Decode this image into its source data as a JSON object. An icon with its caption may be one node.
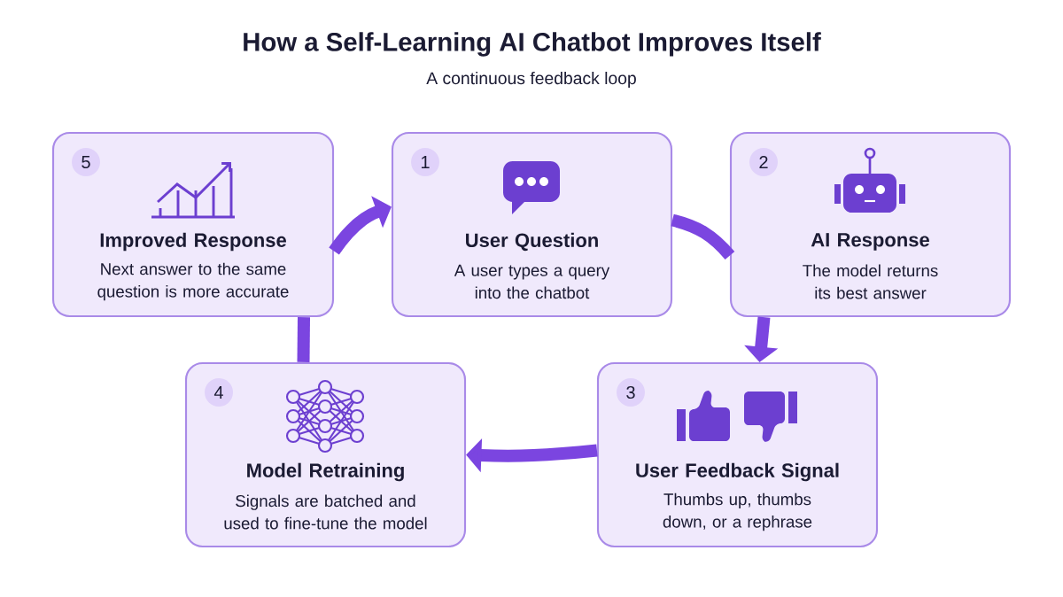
{
  "diagram": {
    "title": "How a Self-Learning AI Chatbot Improves Itself",
    "caption": "A continuous feedback loop",
    "nodes": [
      {
        "text": [
          "5",
          "Improved Response",
          "Next answer to the same question is more accurate"
        ]
      },
      {
        "text": [
          "1",
          "User Question",
          "A user types a query into the chatbot"
        ]
      },
      {
        "text": [
          "2",
          "AI Response",
          "The model returns its best answer"
        ]
      },
      {
        "text": [
          "4",
          "Model Retraining",
          "Signals are batched and used to fine-tune the model"
        ]
      },
      {
        "text": [
          "3",
          "User Feedback Signal",
          "Thumbs up, thumbs down, or a rephrase"
        ]
      }
    ],
    "edges": [
      {
        "from": 1,
        "to": 2,
        "arrow": "none"
      },
      {
        "from": 2,
        "to": 4,
        "arrow": "to"
      },
      {
        "from": 4,
        "to": 3,
        "arrow": "to"
      },
      {
        "from": 3,
        "to": 0,
        "arrow": "none"
      },
      {
        "from": 0,
        "to": 1,
        "arrow": "to"
      }
    ]
  }
}
